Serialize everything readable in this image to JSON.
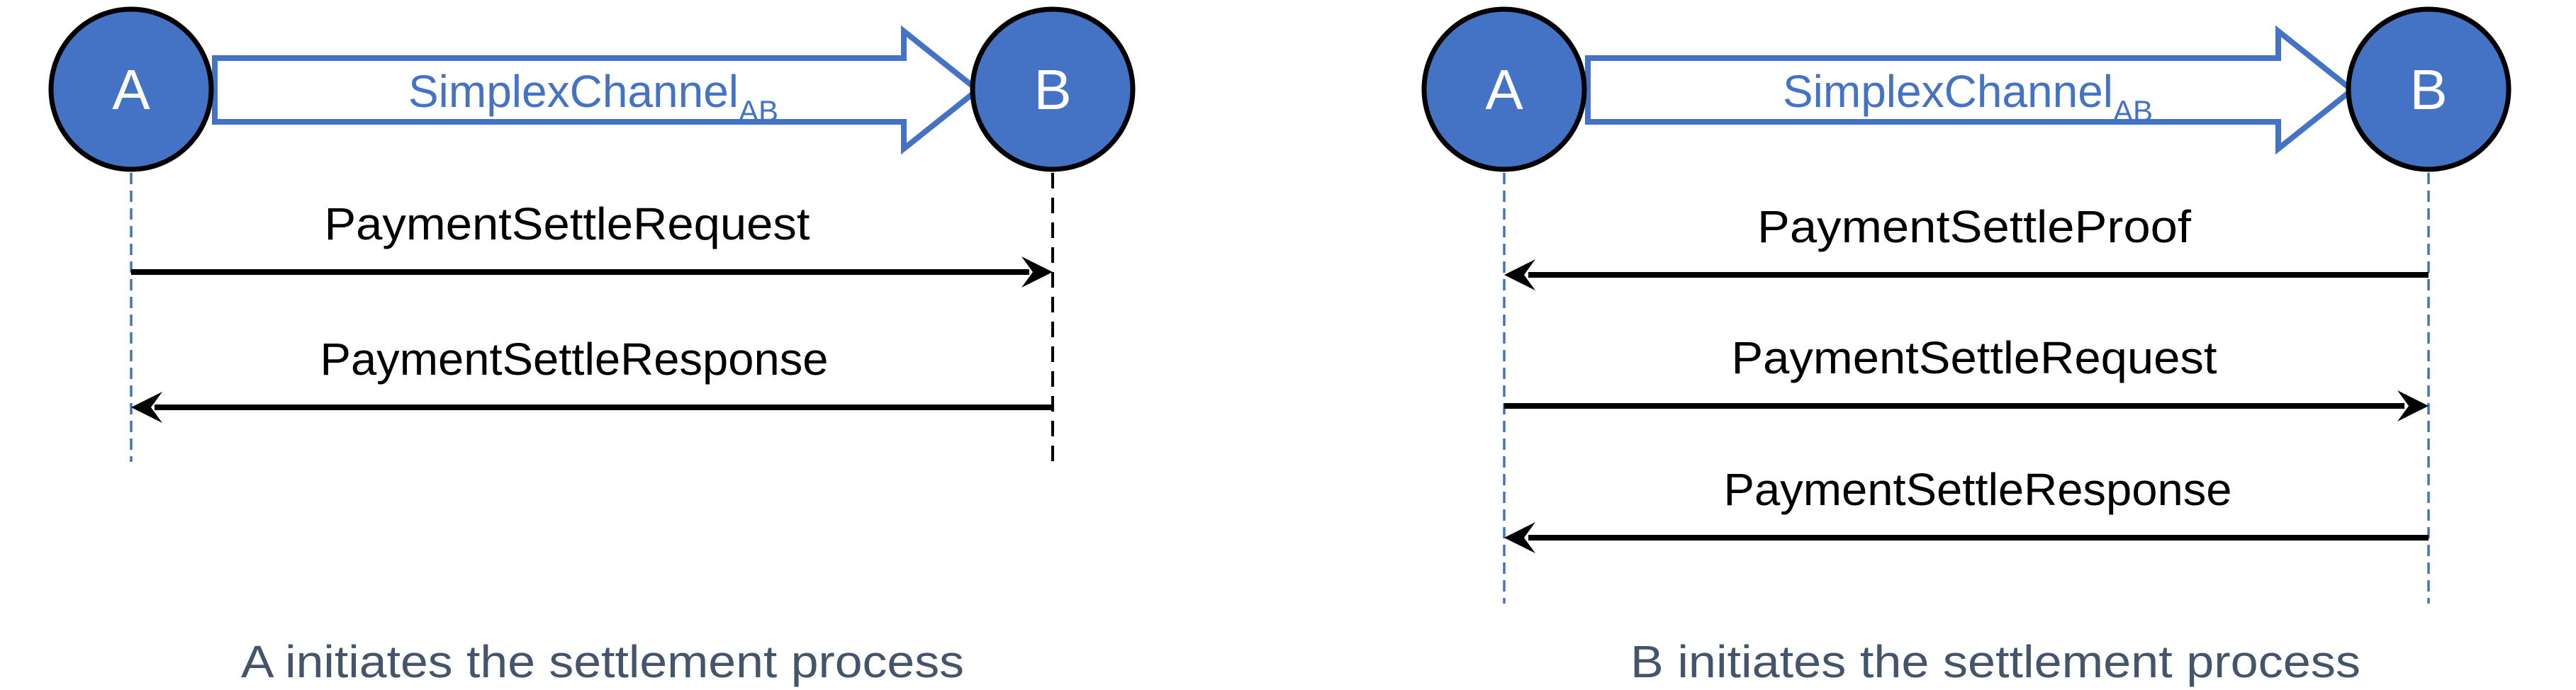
{
  "colors": {
    "accent_blue": "#4472C4",
    "message_black": "#000000",
    "caption_dark_blue": "#44546A",
    "node_fill": "#4472C4",
    "node_text": "#FFFFFF",
    "background": "#FFFFFF"
  },
  "diagrams": [
    {
      "node_a": "A",
      "node_b": "B",
      "channel": {
        "label": "SimplexChannel",
        "subscript": "AB"
      },
      "messages": [
        {
          "label": "PaymentSettleRequest",
          "from": "A",
          "to": "B",
          "direction": "right"
        },
        {
          "label": "PaymentSettleResponse",
          "from": "B",
          "to": "A",
          "direction": "left"
        }
      ],
      "caption": "A initiates the settlement process"
    },
    {
      "node_a": "A",
      "node_b": "B",
      "channel": {
        "label": "SimplexChannel",
        "subscript": "AB"
      },
      "messages": [
        {
          "label": "PaymentSettleProof",
          "from": "B",
          "to": "A",
          "direction": "left"
        },
        {
          "label": "PaymentSettleRequest",
          "from": "A",
          "to": "B",
          "direction": "right"
        },
        {
          "label": "PaymentSettleResponse",
          "from": "B",
          "to": "A",
          "direction": "left"
        }
      ],
      "caption": "B initiates the settlement process"
    }
  ]
}
